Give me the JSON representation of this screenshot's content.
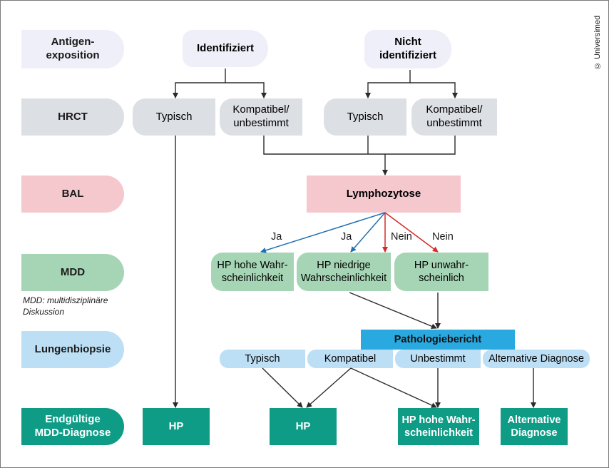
{
  "copyright": "© Universimed",
  "rows": {
    "antigen": "Antigen-\nexposition",
    "hrct": "HRCT",
    "bal": "BAL",
    "mdd": "MDD",
    "biopsie": "Lungenbiopsie",
    "final": "Endgültige\nMDD-Diagnose"
  },
  "note": "MDD: multidisziplinäre\nDiskussion",
  "antigen": {
    "identified": "Identifiziert",
    "not_identified": "Nicht\nidentifiziert"
  },
  "hrct": {
    "typisch_1": "Typisch",
    "kompatibel_1": "Kompatibel/\nunbestimmt",
    "typisch_2": "Typisch",
    "kompatibel_2": "Kompatibel/\nunbestimmt"
  },
  "bal": {
    "lymphozytose": "Lymphozytose"
  },
  "branch_labels": {
    "ja_1": "Ja",
    "ja_2": "Ja",
    "nein_1": "Nein",
    "nein_2": "Nein"
  },
  "mdd": {
    "hp_hoch": "HP hohe Wahr-\nscheinlichkeit",
    "hp_niedrig": "HP niedrige\nWahrscheinlichkeit",
    "hp_unwahr": "HP unwahr-\nscheinlich"
  },
  "biopsie": {
    "header": "Pathologiebericht",
    "typisch": "Typisch",
    "kompatibel": "Kompatibel",
    "unbestimmt": "Unbestimmt",
    "alternative": "Alternative Diagnose"
  },
  "final": {
    "hp_1": "HP",
    "hp_2": "HP",
    "hp_hoch": "HP hohe Wahr-\nscheinlichkeit",
    "alternative": "Alternative\nDiagnose"
  },
  "colors": {
    "arrow": "#2b2b2b",
    "ja_arrow": "#1f6fb2",
    "nein_arrow": "#d62a2a",
    "teal": "#0e9c86",
    "patho_header": "#29a9df"
  }
}
